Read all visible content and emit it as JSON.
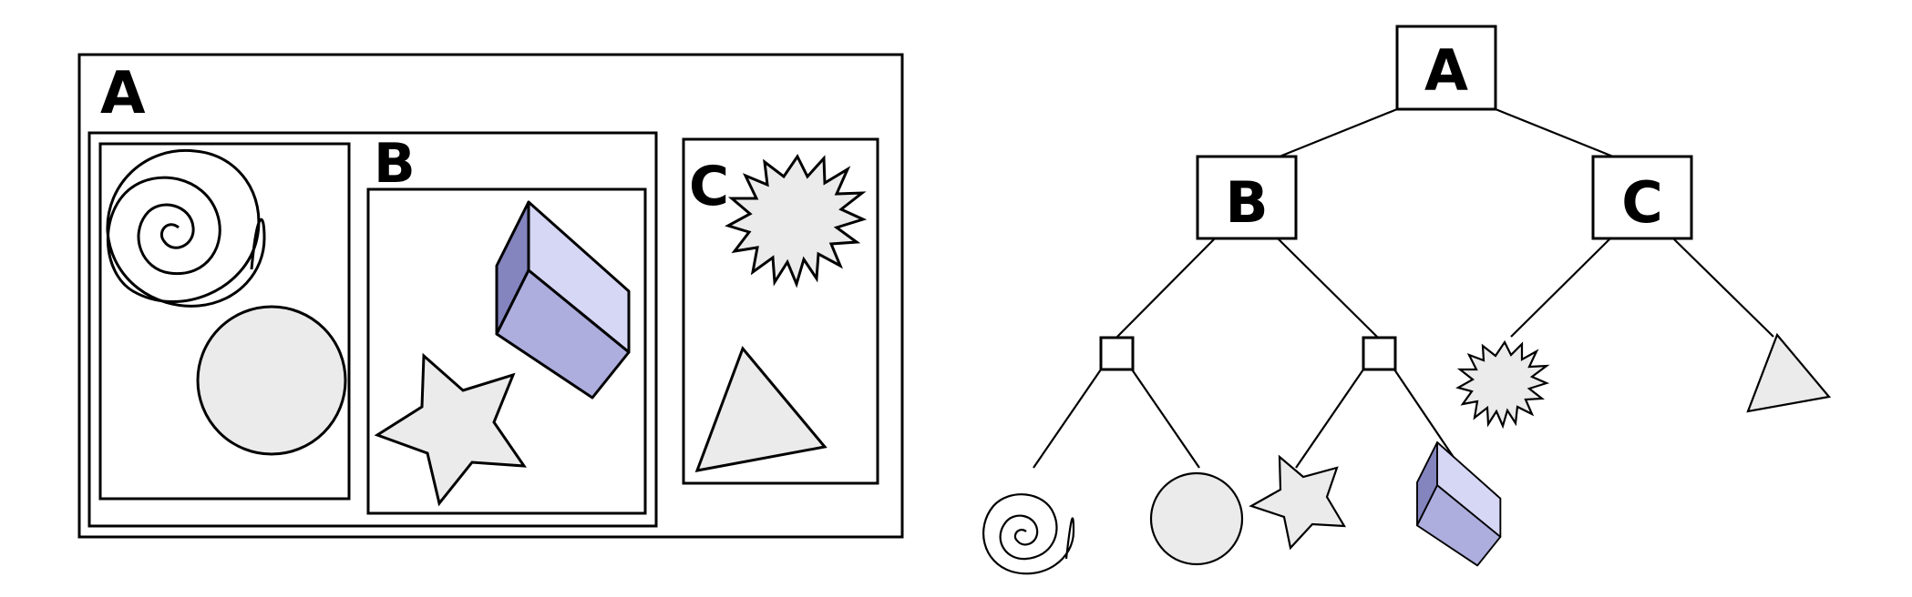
{
  "containment": {
    "outer_label": "A",
    "group_b_label": "B",
    "group_c_label": "C"
  },
  "tree": {
    "root_label": "A",
    "left_label": "B",
    "right_label": "C"
  },
  "colors": {
    "shape_fill": "#ebebeb",
    "box_front": "#adadde",
    "box_top": "#d6d6f5",
    "box_side": "#8484bf",
    "stroke": "#000000"
  },
  "shapes": [
    "spiral",
    "circle",
    "star",
    "box",
    "starburst",
    "triangle"
  ]
}
